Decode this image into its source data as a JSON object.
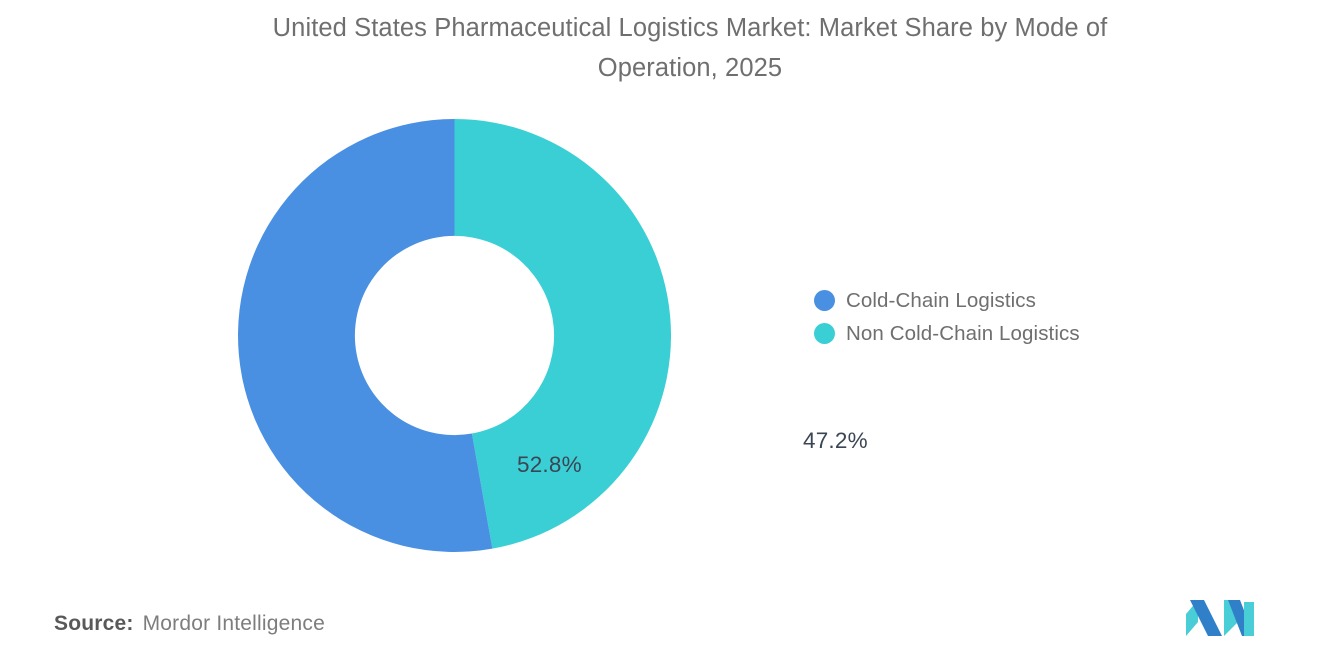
{
  "chart_data": {
    "type": "pie",
    "variant": "donut",
    "title": "United States Pharmaceutical Logistics Market: Market Share by Mode of Operation, 2025",
    "title_lines": [
      "United States Pharmaceutical Logistics Market: Market Share by Mode of",
      "Operation, 2025"
    ],
    "subtitle": "",
    "xlabel": "",
    "ylabel": "",
    "unit": "%",
    "grid": false,
    "legend_position": "right",
    "start_angle_deg": 0,
    "direction": "clockwise",
    "inner_radius_ratio": 0.46,
    "categories": [
      "Cold-Chain Logistics",
      "Non Cold-Chain Logistics"
    ],
    "values": [
      52.8,
      47.2
    ],
    "labels": [
      "52.8%",
      "47.2%"
    ],
    "colors": [
      "#4a90e2",
      "#3acfd5"
    ],
    "slices": [
      {
        "name": "Cold-Chain Logistics",
        "value": 52.8,
        "label": "52.8%",
        "color": "#4a90e2"
      },
      {
        "name": "Non Cold-Chain Logistics",
        "value": 47.2,
        "label": "47.2%",
        "color": "#3acfd5"
      }
    ]
  },
  "legend": {
    "items": [
      {
        "label": "Cold-Chain Logistics",
        "color": "#4a90e2"
      },
      {
        "label": "Non Cold-Chain Logistics",
        "color": "#3acfd5"
      }
    ]
  },
  "footer": {
    "source_label": "Source:",
    "source_value": "Mordor Intelligence",
    "logo_name": "mordor-intelligence-logo"
  },
  "theme": {
    "background": "#ffffff",
    "title_color": "#6f6f6f",
    "label_color": "#3b4654",
    "legend_text_color": "#6f6f6f",
    "accent_blue": "#4a90e2",
    "accent_teal": "#3acfd5",
    "logo_blue": "#2f80c8",
    "logo_teal": "#43cdd6"
  }
}
